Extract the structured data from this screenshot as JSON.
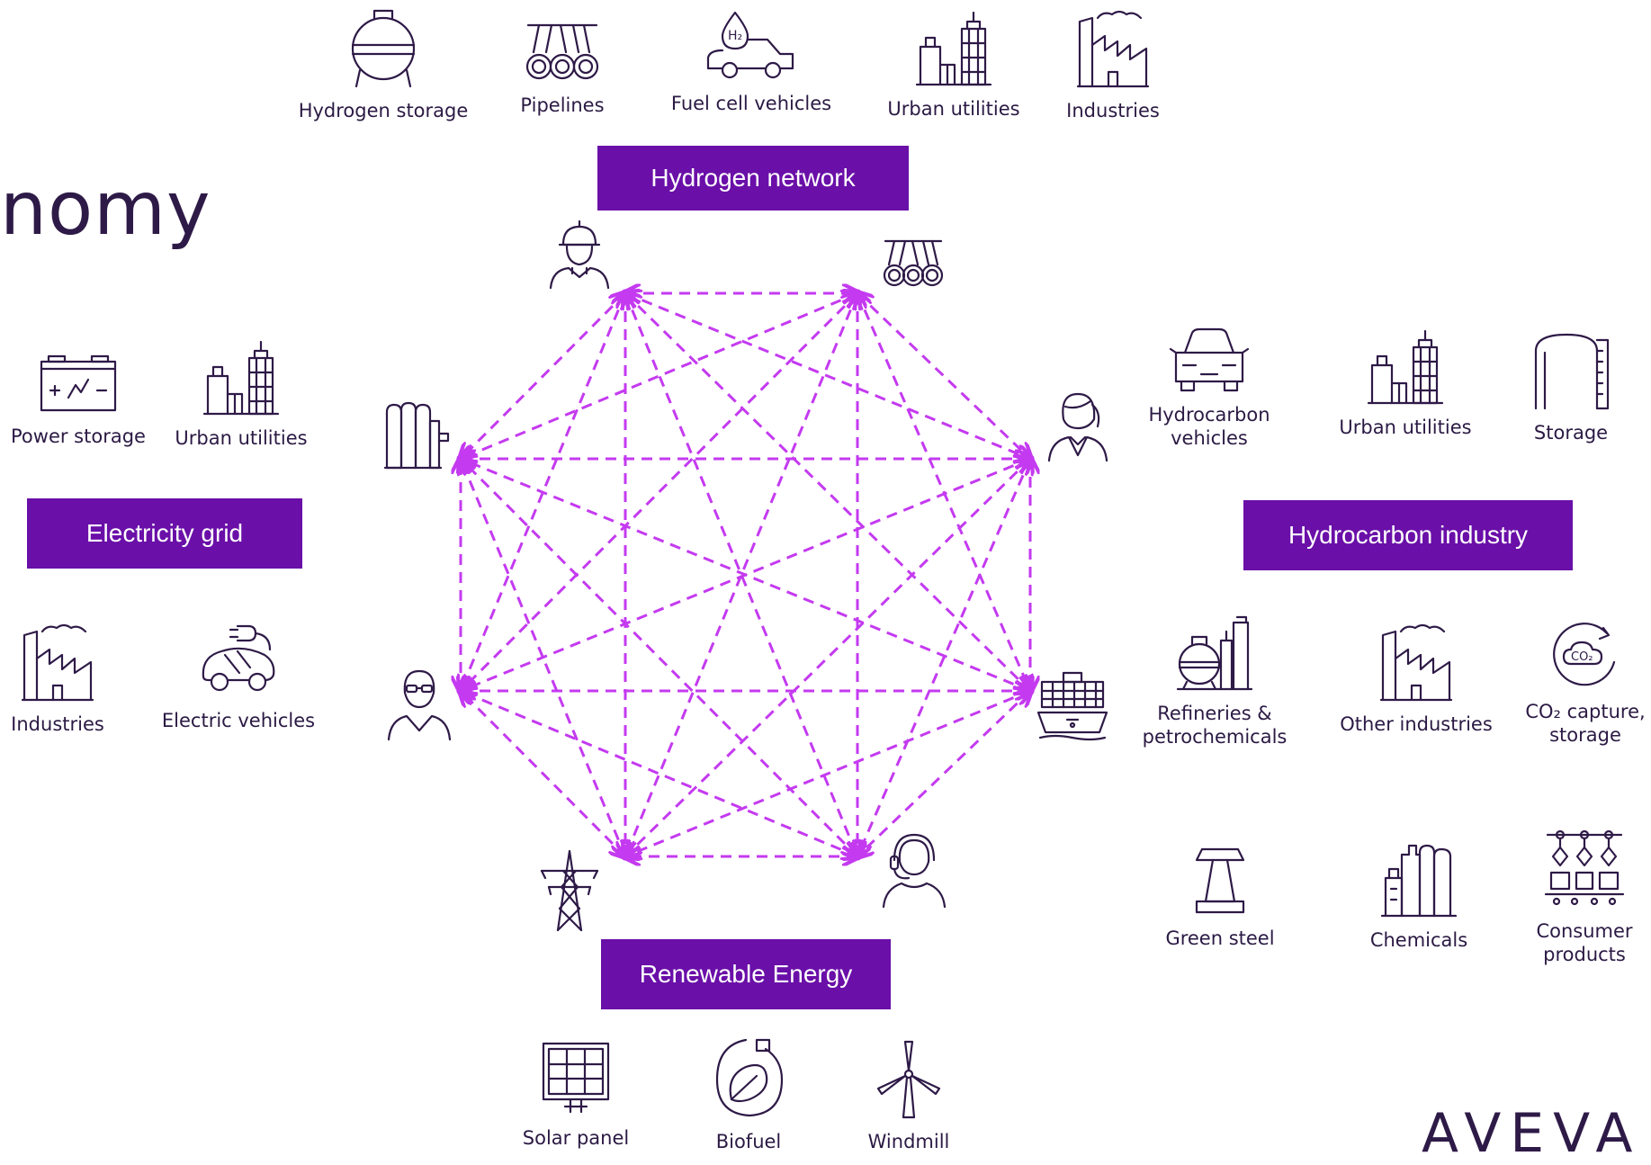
{
  "title": "nomy",
  "logo": "AVEVA",
  "accent_color": "#6a0fa8",
  "connector_color": "#c43af0",
  "banners": {
    "hydrogen": "Hydrogen network",
    "electricity": "Electricity grid",
    "hydrocarbon": "Hydrocarbon industry",
    "renewable": "Renewable Energy"
  },
  "hydrogen_items": [
    {
      "label": "Hydrogen storage",
      "icon": "spherical-tank-icon"
    },
    {
      "label": "Pipelines",
      "icon": "pipelines-icon"
    },
    {
      "label": "Fuel cell vehicles",
      "icon": "h2-car-icon"
    },
    {
      "label": "Urban utilities",
      "icon": "city-buildings-icon"
    },
    {
      "label": "Industries",
      "icon": "factory-icon"
    }
  ],
  "electricity_items": [
    {
      "label": "Power storage",
      "icon": "battery-icon"
    },
    {
      "label": "Urban utilities",
      "icon": "city-buildings-icon"
    },
    {
      "label": "Industries",
      "icon": "factory-icon"
    },
    {
      "label": "Electric vehicles",
      "icon": "electric-car-icon"
    }
  ],
  "hydrocarbon_items": [
    {
      "label": "Hydrocarbon\nvehicles",
      "icon": "car-icon"
    },
    {
      "label": "Urban utilities",
      "icon": "city-buildings-icon"
    },
    {
      "label": "Storage",
      "icon": "storage-tank-icon"
    },
    {
      "label": "Refineries &\npetrochemicals",
      "icon": "refinery-icon"
    },
    {
      "label": "Other industries",
      "icon": "factory-icon"
    },
    {
      "label": "CO₂ capture,\nstorage",
      "icon": "co2-icon"
    },
    {
      "label": "Green steel",
      "icon": "steel-beam-icon"
    },
    {
      "label": "Chemicals",
      "icon": "chemical-tanks-icon"
    },
    {
      "label": "Consumer\nproducts",
      "icon": "conveyor-icon"
    }
  ],
  "renewable_items": [
    {
      "label": "Solar panel",
      "icon": "solar-panel-icon"
    },
    {
      "label": "Biofuel",
      "icon": "biofuel-icon"
    },
    {
      "label": "Windmill",
      "icon": "windmill-icon"
    }
  ],
  "network_nodes": [
    {
      "icon": "engineer-icon"
    },
    {
      "icon": "pipelines-icon"
    },
    {
      "icon": "businesswoman-icon"
    },
    {
      "icon": "cargo-ship-icon"
    },
    {
      "icon": "operator-headset-icon"
    },
    {
      "icon": "transmission-tower-icon"
    },
    {
      "icon": "person-glasses-icon"
    },
    {
      "icon": "gas-cylinders-icon"
    }
  ]
}
